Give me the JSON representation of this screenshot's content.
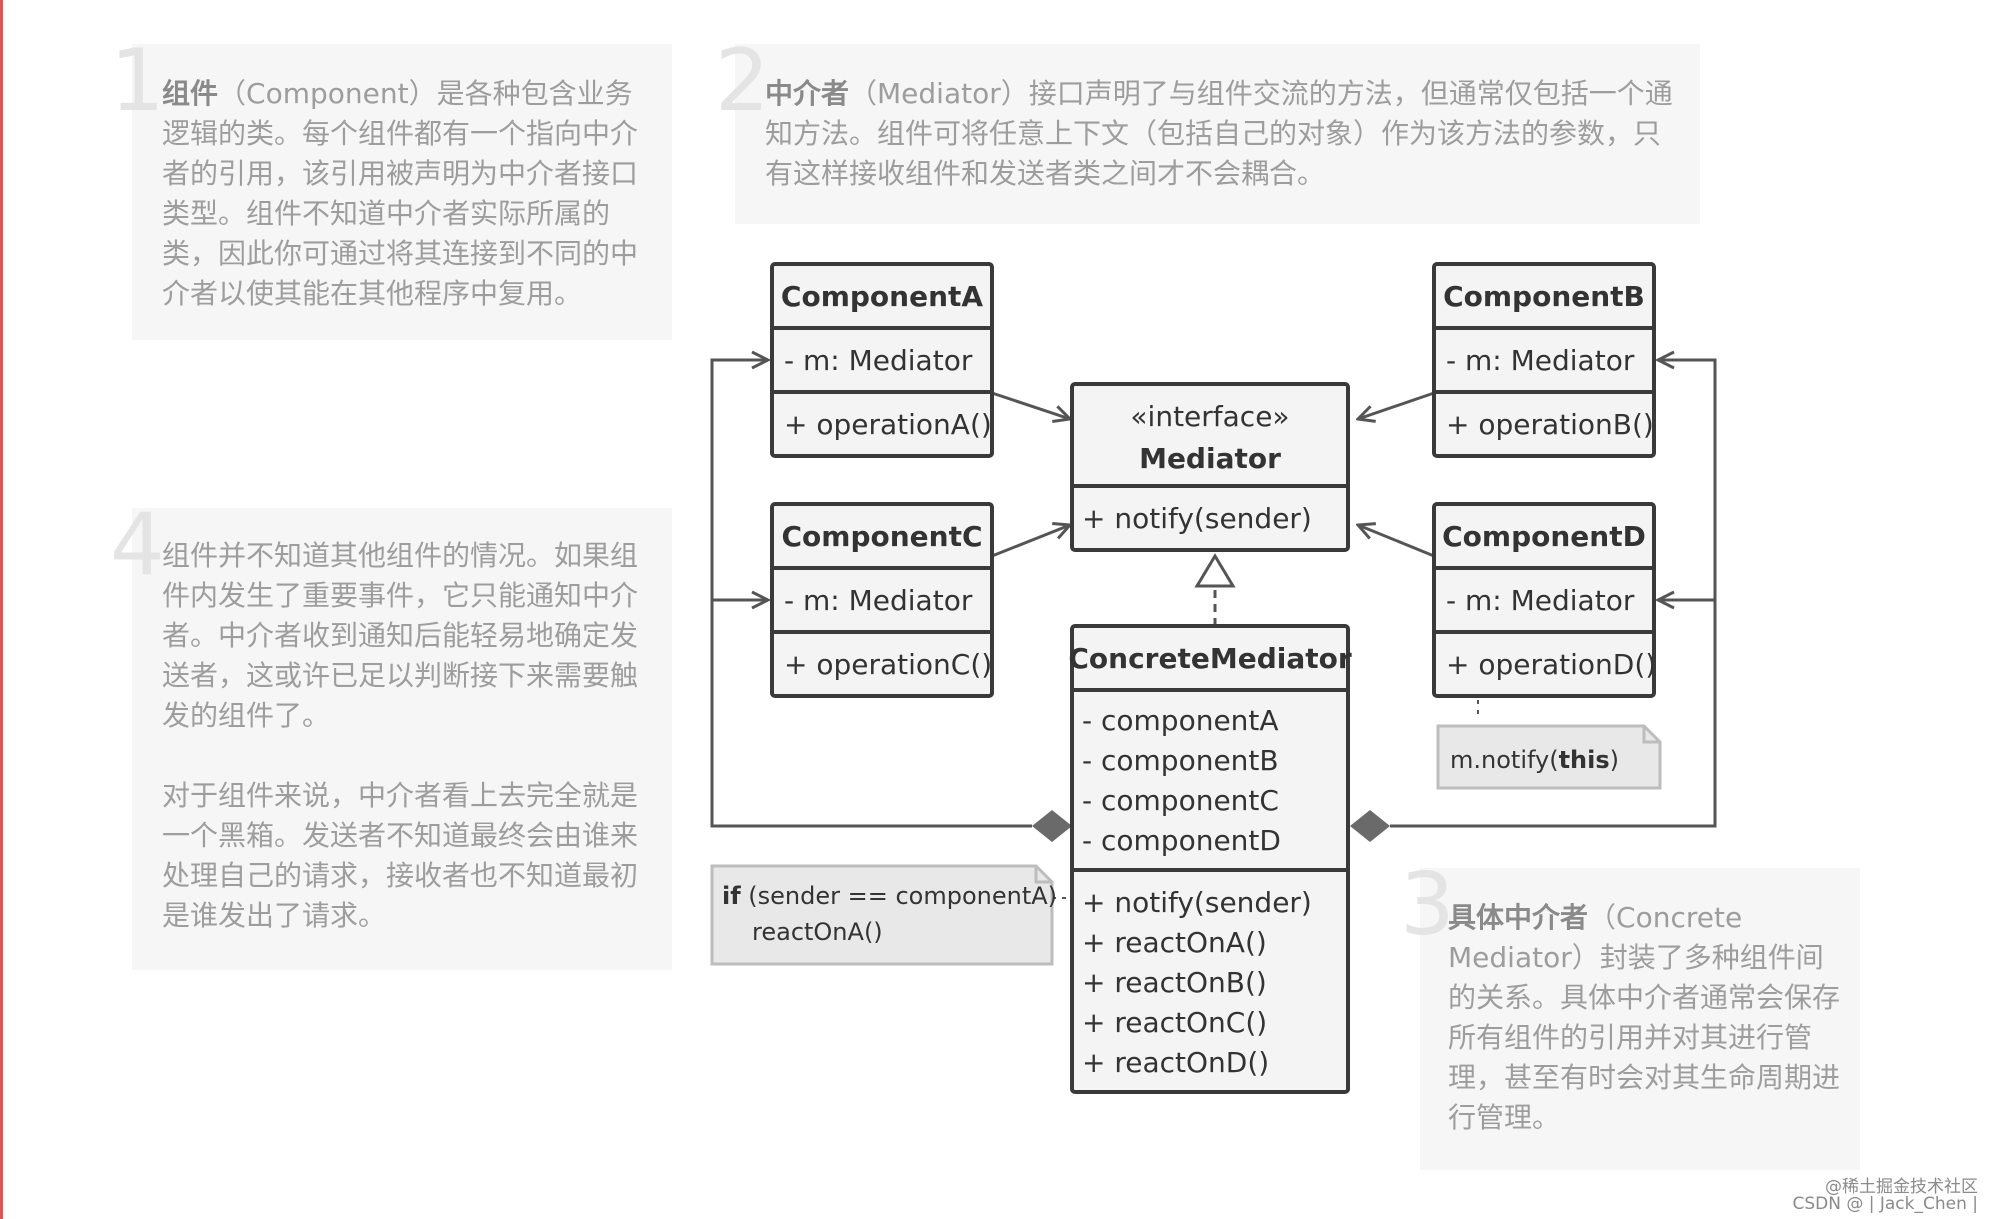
{
  "notes": {
    "n1": {
      "num": "1",
      "title": "组件",
      "body": "（Component）是各种包含业务逻辑的类。每个组件都有一个指向中介者的引用，该引用被声明为中介者接口类型。组件不知道中介者实际所属的类，因此你可通过将其连接到不同的中介者以使其能在其他程序中复用。"
    },
    "n2": {
      "num": "2",
      "title": "中介者",
      "body": "（Mediator）接口声明了与组件交流的方法，但通常仅包括一个通知方法。组件可将任意上下文（包括自己的对象）作为该方法的参数，只有这样接收组件和发送者类之间才不会耦合。"
    },
    "n3": {
      "num": "3",
      "title": "具体中介者",
      "body": "（Concrete Mediator）封装了多种组件间的关系。具体中介者通常会保存所有组件的引用并对其进行管理，甚至有时会对其生命周期进行管理。"
    },
    "n4": {
      "num": "4",
      "p1": "组件并不知道其他组件的情况。如果组件内发生了重要事件，它只能通知中介者。中介者收到通知后能轻易地确定发送者，这或许已足以判断接下来需要触发的组件了。",
      "p2": "对于组件来说，中介者看上去完全就是一个黑箱。发送者不知道最终会由谁来处理自己的请求，接收者也不知道最初是谁发出了请求。"
    }
  },
  "diagram": {
    "componentA": {
      "name": "ComponentA",
      "field": "- m: Mediator",
      "method": "+ operationA()"
    },
    "componentB": {
      "name": "ComponentB",
      "field": "- m: Mediator",
      "method": "+ operationB()"
    },
    "componentC": {
      "name": "ComponentC",
      "field": "- m: Mediator",
      "method": "+ operationC()"
    },
    "componentD": {
      "name": "ComponentD",
      "field": "- m: Mediator",
      "method": "+ operationD()"
    },
    "mediator": {
      "stereotype": "«interface»",
      "name": "Mediator",
      "method": "+ notify(sender)"
    },
    "concrete": {
      "name": "ConcreteMediator",
      "fields": [
        "- componentA",
        "- componentB",
        "- componentC",
        "- componentD"
      ],
      "methods": [
        "+ notify(sender)",
        "+ reactOnA()",
        "+ reactOnB()",
        "+ reactOnC()",
        "+ reactOnD()"
      ]
    },
    "noteD": {
      "prefix": "m.notify(",
      "keyword": "this",
      "suffix": ")"
    },
    "noteIf": {
      "keyword": "if",
      "line1": " (sender == componentA)",
      "line2": "reactOnA()"
    }
  },
  "credit": {
    "line1": "@稀土掘金技术社区",
    "line2": "CSDN @ | Jack_Chen |"
  },
  "colors": {
    "box_fill": "#f4f4f4",
    "box_stroke": "#3a3a3a",
    "note_fill": "#e8e8e8",
    "text": "#333333",
    "muted": "#9d9d9d"
  }
}
